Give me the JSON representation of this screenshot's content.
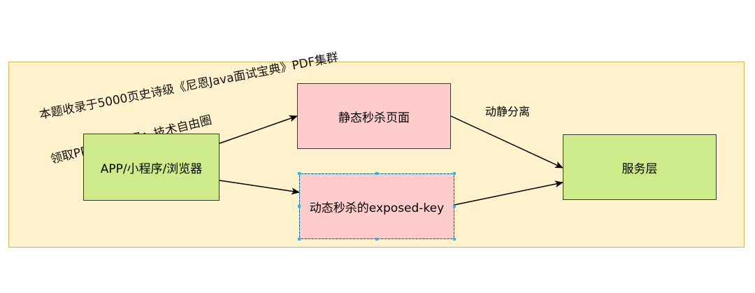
{
  "watermark": {
    "line1": "本题收录于5000页史诗级《尼恩Java面试宝典》PDF集群",
    "line2": "领取PDF集群公号：技术自由圈"
  },
  "nodes": {
    "client": "APP/小程序/浏览器",
    "static_page": "静态秒杀页面",
    "dynamic_key": "动态秒杀的exposed-key",
    "service": "服务层"
  },
  "edge_label": "动静分离",
  "colors": {
    "container_fill": "#fff2cc",
    "container_stroke": "#d6b656",
    "green_fill": "#cdeb8b",
    "pink_fill": "#ffcccc",
    "selection": "#29b6f2"
  }
}
